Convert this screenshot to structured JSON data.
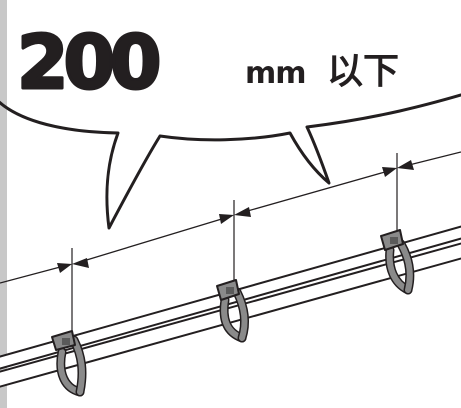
{
  "callout": {
    "number": "200",
    "unit": "mm",
    "suffix": "以下"
  },
  "colors": {
    "ink": "#231f20",
    "side_strip": "#c8c8c8",
    "tie": "#8a8a8a",
    "tie_dark": "#5a5a5a",
    "paper": "#ffffff"
  },
  "icons": {
    "cable_tie": "cable-tie-icon"
  }
}
